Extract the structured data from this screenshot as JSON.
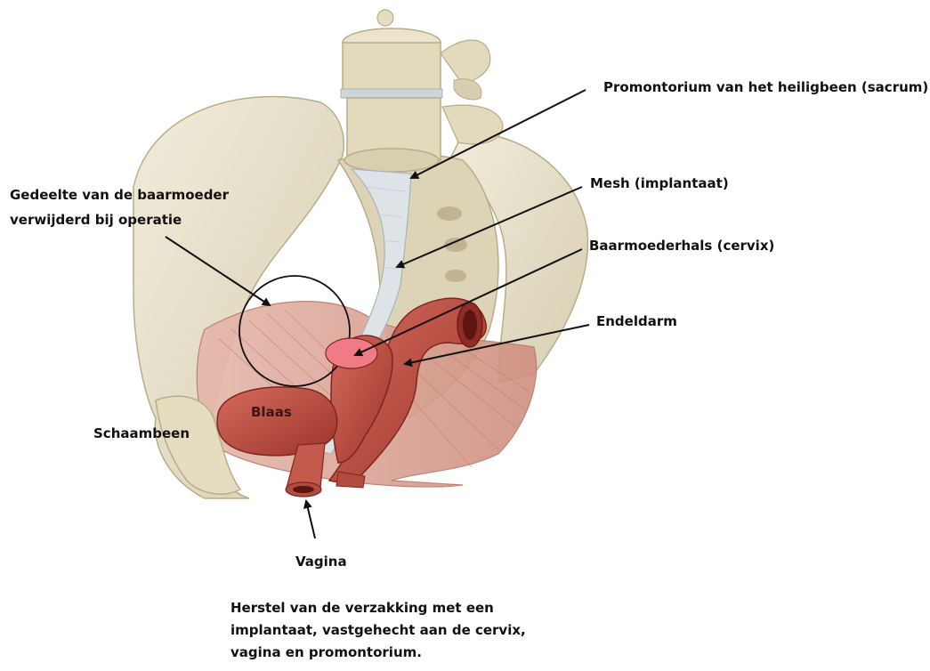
{
  "labels": {
    "promontorium": "Promontorium van het heiligbeen (sacrum)",
    "mesh": "Mesh (implantaat)",
    "cervix": "Baarmoederhals (cervix)",
    "endeldarm": "Endeldarm",
    "gedeelte_line1": "Gedeelte van de baarmoeder",
    "gedeelte_line2": "verwijderd bij operatie",
    "blaas": "Blaas",
    "schaambeen": "Schaambeen",
    "vagina": "Vagina"
  },
  "caption": {
    "line1": "Herstel van de verzakking met een",
    "line2": "implantaat, vastgehecht aan de cervix,",
    "line3": "vagina en promontorium."
  },
  "colors": {
    "bone": "#e6dfc9",
    "bone_shadow": "#c9bf9f",
    "muscle": "#d49a8c",
    "organ": "#b5443a",
    "mesh": "#dde3e6",
    "cervix_highlight": "#f07a86",
    "arrow": "#111111"
  }
}
